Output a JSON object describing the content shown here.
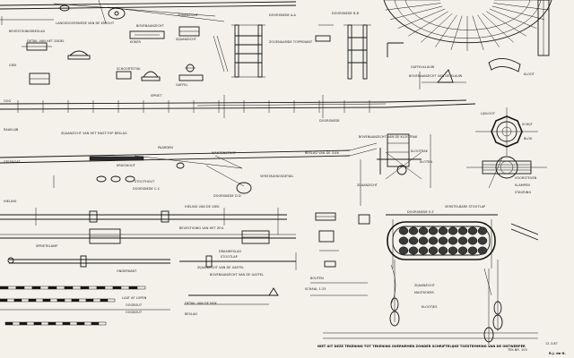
{
  "sheet": {
    "colors": {
      "paper": "#f3f1ea",
      "ink": "#161616"
    },
    "labels": {
      "a1": "LANGSDOORSNEDE VAN DE KNECHT",
      "a2": "BEVESTIGINGSBESLAG",
      "a3": "ZIJAANZICHT",
      "a4": "BOVENAANZICHT",
      "a5": "DOORSNEDE A-A",
      "a6": "DOORSNEDE B-B",
      "a7": "DETAIL VAN HET ZADEL",
      "a8": "KOKER",
      "a9": "ZIJAANZICHT",
      "a10": "ZOGENAAMDE TOPPENANT",
      "a11": "GIEK",
      "a12": "SCHOORTSTUK",
      "a13": "GAFFEL",
      "a14": "GAFFELKLAUW",
      "a15": "BOVENAANZICHT VAN DE KLAUW",
      "a16": "KLOOT",
      "a17": "SPRIET",
      "a18": "OOG",
      "a19": "DOORSNEDE",
      "a20": "ZIJAANZICHT VAN HET MAST-TOP BESLAG",
      "a21": "RAAKLIJN",
      "a22": "PAARDEN",
      "a23": "WANTENSTROP",
      "a24": "BESLAG VAN DE GIEK",
      "a25": "STEENGAT",
      "a26": "KRUISHOUT",
      "a27": "VERSTAGINGSDETAIL",
      "a28": "STOOTHOUT",
      "a29": "DOORSNEDE C-C",
      "a30": "DOORSNEDE D-D",
      "a31": "BOVENAANZICHT VAN DE KLOOTRAK",
      "a32": "KLOOTRAK",
      "a33": "KLOTEN",
      "a34": "ZIJAANZICHT",
      "a35": "LIJKLOOT",
      "a36": "SCHIJF",
      "a37": "BLOK",
      "a38": "VOORSTEVEN",
      "a39": "KLAMPEN",
      "a40": "STAGRING",
      "a41": "VERSTELBARE STOOTLAP",
      "a42": "DOORSNEDE E-E",
      "a43": "HIELING",
      "a44": "HIELING VAN DE GIEK",
      "a45": "BEVESTIGING VAN HET ZEIL",
      "a46": "SPRIETKLAMP",
      "a47": "DRAAIBESLAG",
      "a48": "STOOTLAP",
      "a49": "ONDERKANT",
      "a50": "ZIJAANZICHT VAN DE GAFFEL",
      "a51": "BOVENAANZICHT VAN DE GAFFEL",
      "a52": "BOUTEN",
      "a53": "LAAT AF LOPEN",
      "a54": "OOGBOUT",
      "a55": "OOGBOUT",
      "a56": "DETAIL VAN DE NOK",
      "a57": "BESLAG",
      "a58": "KLOOTJES",
      "a59": "ZIJAANZICHT",
      "a60": "MASTKOKER",
      "a61": "SCHAAL 1:25"
    },
    "footer": {
      "note": "NIET UIT DEZE TEKENING TOT TEKENING OVERNEMEN ZONDER SCHRIFTELIJKE TOESTEMMING VAN DE ONTWERPER",
      "ref": "TEK-NR. 103",
      "sheet_no": "12-3-87",
      "sig": "R.J. de H."
    }
  }
}
